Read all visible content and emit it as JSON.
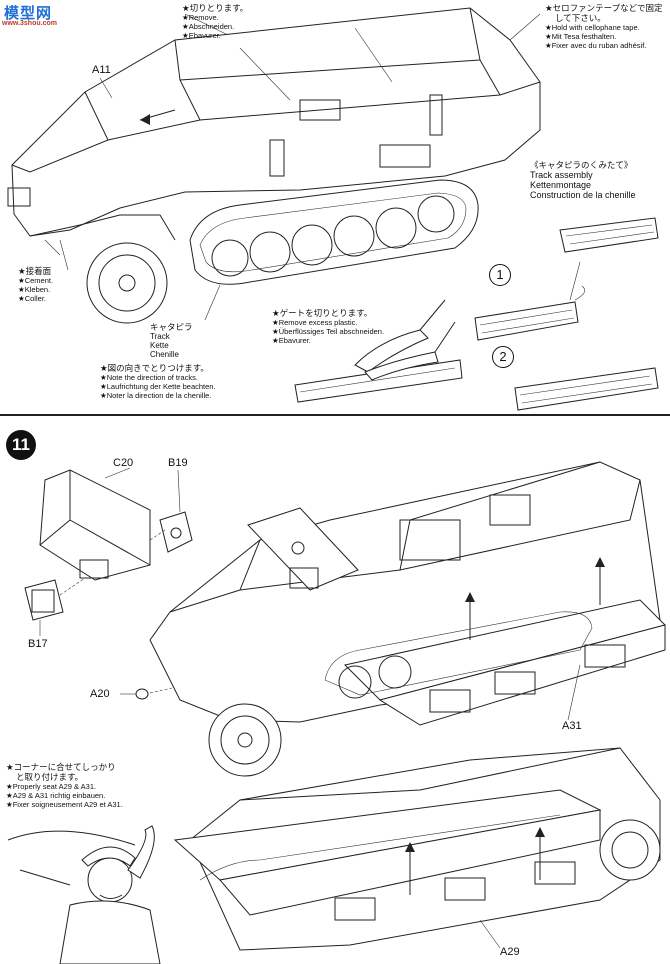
{
  "watermark": {
    "text": "模型网",
    "url_text": "www.3shou.com",
    "accent": "#1f6fd6",
    "url_color": "#c0392b"
  },
  "step10": {
    "part_a11": "A11",
    "cut_note": {
      "jp": "★切りとります。",
      "lines": [
        "★Remove.",
        "★Abschneiden.",
        "★Ebavurer."
      ]
    },
    "tape_note": {
      "jp": "★セロファンテープなどで固定",
      "jp2": "して下さい。",
      "lines": [
        "★Hold with cellophane tape.",
        "★Mit Tesa festhalten.",
        "★Fixer avec du ruban adhésif."
      ]
    },
    "cement_note": {
      "jp": "★接着面",
      "lines": [
        "★Cement.",
        "★Kleben.",
        "★Coller."
      ]
    },
    "track_assembly": {
      "jp": "《キャタピラのくみたて》",
      "lines": [
        "Track assembly",
        "Kettenmontage",
        "Construction de la chenille"
      ]
    },
    "track_label": {
      "jp": "キャタピラ",
      "lines": [
        "Track",
        "Kette",
        "Chenille"
      ]
    },
    "gate_note": {
      "jp": "★ゲートを切りとります。",
      "lines": [
        "★Remove excess plastic.",
        "★Überflüssiges Teil abschneiden.",
        "★Ebavurer."
      ]
    },
    "direction_note": {
      "jp": "★図の向きでとりつけます。",
      "lines": [
        "★Note the direction of tracks.",
        "★Laufrichtung der Kette beachten.",
        "★Noter la direction de la chenille."
      ]
    },
    "sub_steps": [
      "1",
      "2"
    ]
  },
  "step11": {
    "number": "11",
    "parts": {
      "c20": "C20",
      "b19": "B19",
      "b17": "B17",
      "a20": "A20",
      "a31": "A31",
      "a29": "A29"
    },
    "seat_note": {
      "jp": "★コーナーに合せてしっかり",
      "jp2": "と取り付けます。",
      "lines": [
        "★Properly seat A29 & A31.",
        "★A29 & A31 richtig einbauen.",
        "★Fixer soigneusement A29 et A31."
      ]
    }
  }
}
